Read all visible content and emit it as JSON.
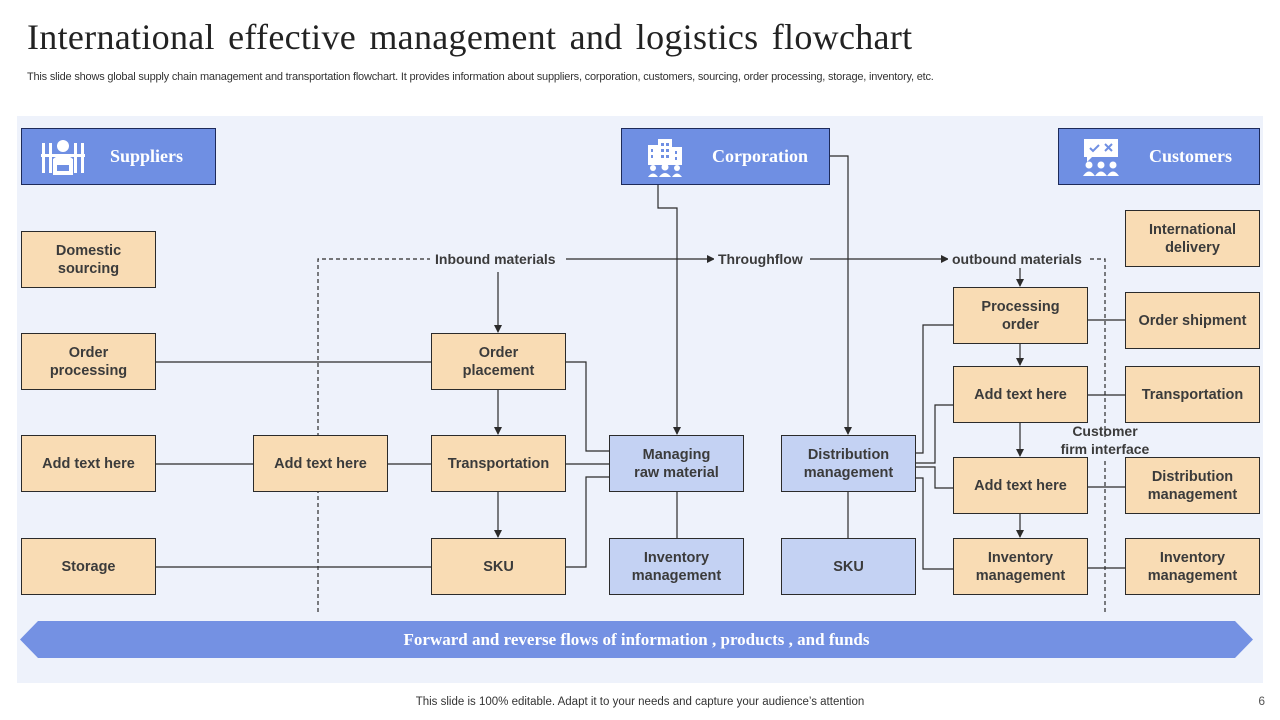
{
  "title": "International effective management and logistics flowchart",
  "subtitle": "This slide shows global supply chain management and transportation flowchart. It provides information about suppliers, corporation, customers, sourcing, order processing, storage, inventory, etc.",
  "headers": {
    "suppliers": {
      "label": "Suppliers",
      "icon": "suppliers-team-icon"
    },
    "corporation": {
      "label": "Corporation",
      "icon": "corporate-building-icon"
    },
    "customers": {
      "label": "Customers",
      "icon": "customer-feedback-icon"
    }
  },
  "flow_labels": {
    "inbound": "Inbound materials",
    "throughflow": "Throughflow",
    "outbound": "outbound materials",
    "customer_interface_line1": "Customer",
    "customer_interface_line2": "firm interface"
  },
  "suppliers_column": [
    {
      "line1": "Domestic",
      "line2": "sourcing"
    },
    {
      "line1": "Order",
      "line2": "processing"
    },
    {
      "line1": "Add  text here",
      "line2": ""
    },
    {
      "line1": "Storage",
      "line2": ""
    }
  ],
  "inbound_nodes": {
    "middle_add_text": "Add  text here",
    "order_placement": {
      "line1": "Order",
      "line2": "placement"
    },
    "transportation": "Transportation",
    "sku": "SKU"
  },
  "corporation_nodes": {
    "managing_raw_material": {
      "line1": "Managing",
      "line2": "raw material"
    },
    "inventory_management": {
      "line1": "Inventory",
      "line2": "management"
    },
    "distribution_management": {
      "line1": "Distribution",
      "line2": "management"
    },
    "sku": "SKU"
  },
  "outbound_nodes": [
    {
      "line1": "Processing",
      "line2": "order"
    },
    {
      "line1": "Add  text here",
      "line2": ""
    },
    {
      "line1": "Add  text here",
      "line2": ""
    },
    {
      "line1": "Inventory",
      "line2": "management"
    }
  ],
  "customers_column": [
    {
      "line1": "International",
      "line2": "delivery"
    },
    {
      "line1": "Order shipment",
      "line2": ""
    },
    {
      "line1": "Transportation",
      "line2": ""
    },
    {
      "line1": "Distribution",
      "line2": "management"
    },
    {
      "line1": "Inventory",
      "line2": "management"
    }
  ],
  "banner": "Forward and reverse flows of information , products , and funds",
  "footer": "This slide is 100% editable. Adapt it to your needs and capture your audience’s attention",
  "page_number": "6",
  "colors": {
    "header_blue": "#6f8fe3",
    "tan_node": "#f9dcb4",
    "blue_node": "#c4d2f3",
    "panel_bg": "#eef2fb",
    "banner": "#7491e3"
  }
}
